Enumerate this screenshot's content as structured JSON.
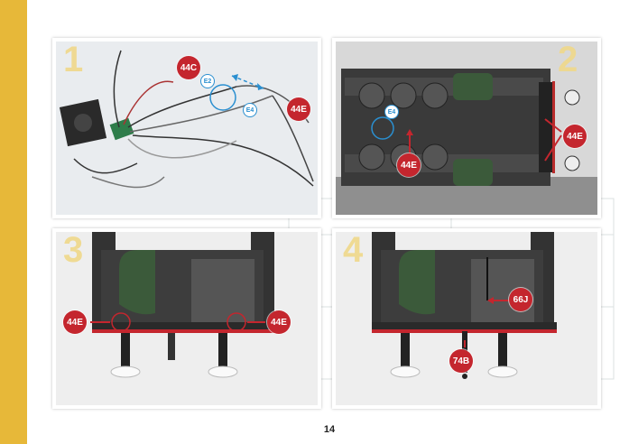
{
  "page": {
    "number": "14"
  },
  "colors": {
    "spine": "#e7b839",
    "callout": "#c4262e",
    "connector": "#2a8fd0"
  },
  "steps": [
    {
      "number": "1",
      "callouts": [
        "44C",
        "44E"
      ],
      "connectors": [
        "E2",
        "E4"
      ]
    },
    {
      "number": "2",
      "callouts": [
        "44E",
        "44E"
      ],
      "connectors": [
        "E4"
      ]
    },
    {
      "number": "3",
      "callouts": [
        "44E",
        "44E"
      ],
      "connectors": []
    },
    {
      "number": "4",
      "callouts": [
        "66J",
        "74B"
      ],
      "connectors": []
    }
  ]
}
